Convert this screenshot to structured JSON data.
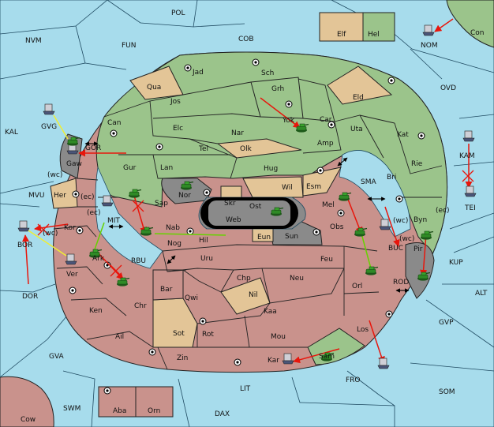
{
  "colors": {
    "sea": "#a7dcec",
    "green": "#9bc48b",
    "tan": "#e3c597",
    "rose": "#c9928c",
    "gray": "#8a8a8a",
    "dark": "#000000",
    "move_arrow": "#e8160c",
    "support_line": "#66d200",
    "convoy_line": "#f0ee33"
  },
  "regions": {
    "pol": "POL",
    "nvm": "NVM",
    "fun": "FUN",
    "cob": "COB",
    "kal": "KAL",
    "gvg": "GVG",
    "mvu": "MVU",
    "mit": "MIT",
    "rbu": "RBU",
    "bor": "BOR",
    "dor": "DOR",
    "gva": "GVA",
    "swm": "SWM",
    "lit": "LIT",
    "dax": "DAX",
    "fro": "FRO",
    "som": "SOM",
    "gvp": "GVP",
    "alt": "ALT",
    "kup": "KUP",
    "rod": "ROD",
    "buc": "BUC",
    "tei": "TEI",
    "kam": "KAM",
    "sma": "SMA",
    "ovd": "OVD",
    "nom": "NOM",
    "con": "Con",
    "cow": "Cow",
    "gor": "GOR",
    "elf": "Elf",
    "hel": "Hel",
    "aba": "Aba",
    "orn": "Orn",
    "jad": "Jad",
    "sch": "Sch",
    "qua": "Qua",
    "jos": "Jos",
    "grh": "Grh",
    "eld": "Eld",
    "can": "Can",
    "elc": "Elc",
    "nar": "Nar",
    "car": "Car",
    "uta": "Uta",
    "kat": "Kat",
    "tel": "Tel",
    "olk": "Olk",
    "amp": "Amp",
    "gur": "Gur",
    "lan": "Lan",
    "hug": "Hug",
    "rie": "Rie",
    "bri": "Bri",
    "wil": "Wil",
    "esm": "Esm",
    "byn": "Byn",
    "gaw": "Gaw",
    "her": "Her",
    "kor": "Kor",
    "sap": "Sap",
    "nor": "Nor",
    "skr": "Skr",
    "ost": "Ost",
    "web": "Web",
    "eun": "Eun",
    "mel": "Mel",
    "obs": "Obs",
    "sun": "Sun",
    "hil": "Hil",
    "nab": "Nab",
    "nog": "Nog",
    "ark": "Ark",
    "ver": "Ver",
    "uru": "Uru",
    "feu": "Feu",
    "pir": "Pir",
    "orl": "Orl",
    "chp": "Chp",
    "neu": "Neu",
    "nil": "Nil",
    "bar": "Bar",
    "qwi": "Qwi",
    "ken": "Ken",
    "chr": "Chr",
    "kaa": "Kaa",
    "ail": "Ail",
    "sot": "Sot",
    "rot": "Rot",
    "mou": "Mou",
    "los": "Los",
    "zin": "Zin",
    "kar": "Kar",
    "sam": "Sam",
    "yok": "Yok"
  },
  "coast_labels": {
    "wc": "(wc)",
    "ec": "(ec)"
  },
  "icons": {
    "army": "army-icon",
    "fleet": "fleet-icon",
    "supply_center": "supply-center-icon",
    "move": "move-order-arrow",
    "support": "support-order-line",
    "convoy": "convoy-order-line",
    "failed": "failed-order-cross",
    "canal": "canal-passage-icon"
  }
}
